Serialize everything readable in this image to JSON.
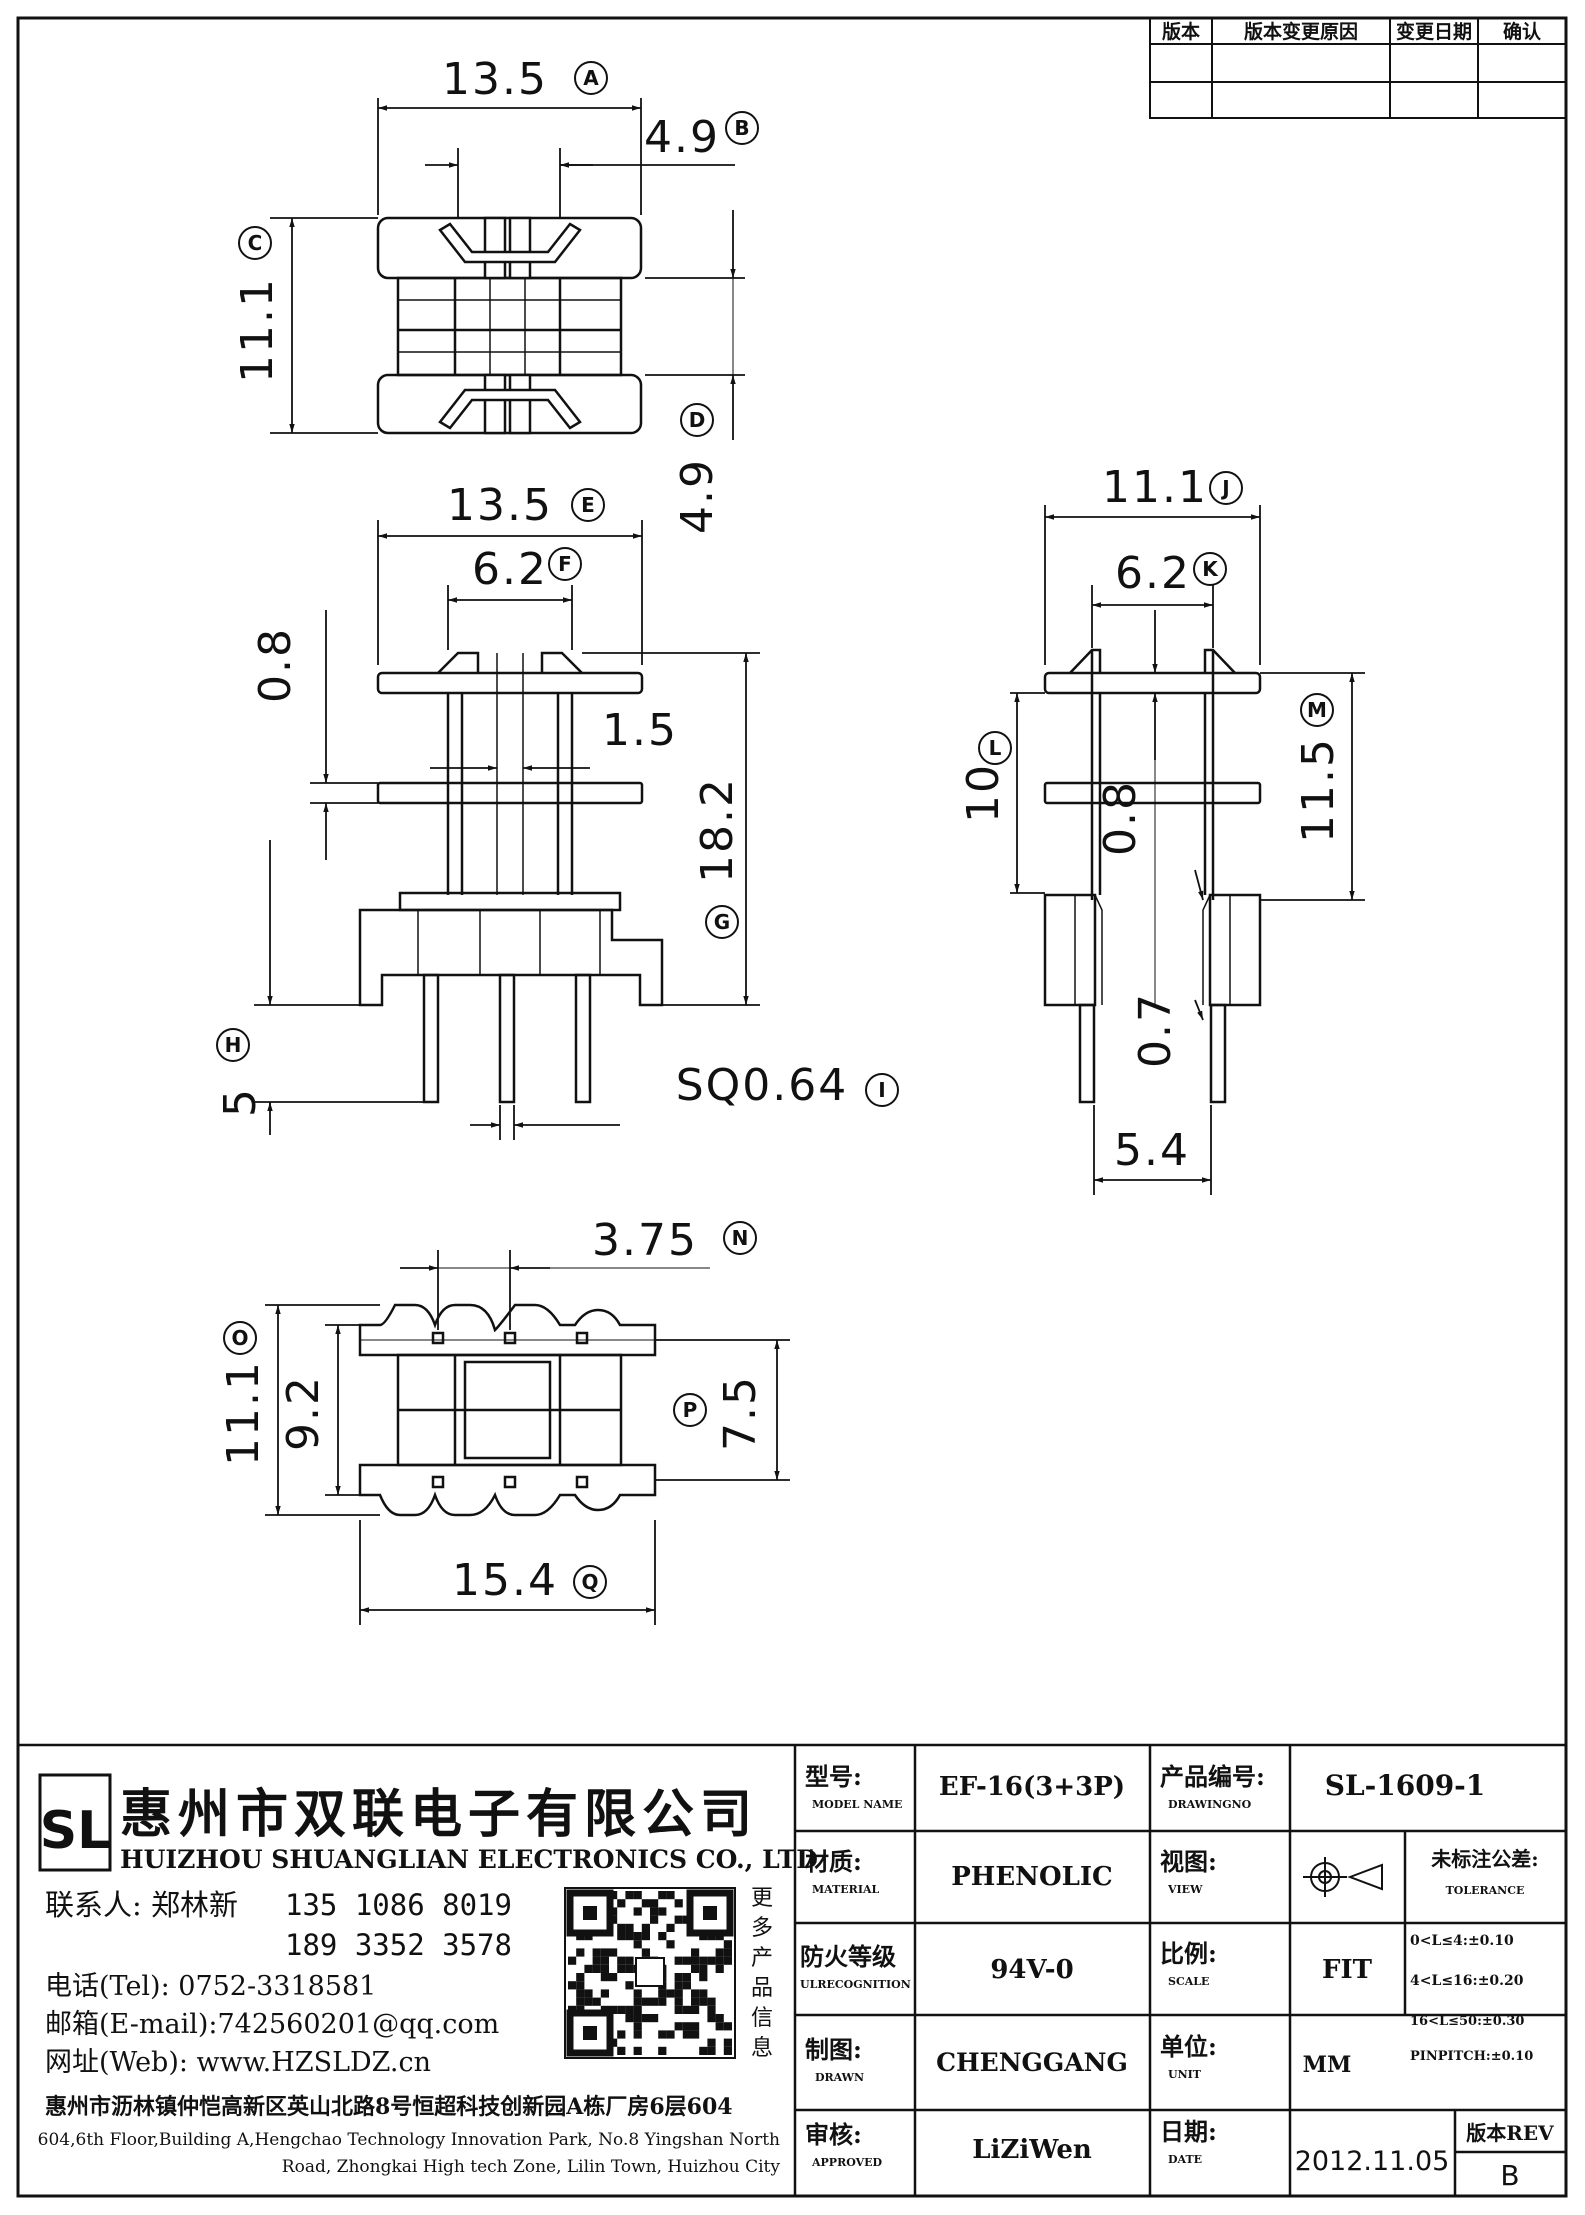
{
  "revision_table": {
    "headers": [
      "版本",
      "版本变更原因",
      "变更日期",
      "确认"
    ]
  },
  "dimensions": {
    "top": {
      "a": "13.5",
      "b": "4.9",
      "c": "11.1",
      "d": "4.9"
    },
    "front": {
      "e": "13.5",
      "f": "6.2",
      "g": "18.2",
      "h": "5",
      "i": "SQ0.64",
      "flange": "0.8",
      "slot": "1.5"
    },
    "side": {
      "j": "11.1",
      "k": "6.2",
      "l": "10",
      "m": "11.5",
      "wall": "0.8",
      "gap": "0.7",
      "pin_span": "5.4"
    },
    "bottom": {
      "n": "3.75",
      "o": "11.1",
      "inner": "9.2",
      "p": "7.5",
      "q": "15.4"
    }
  },
  "markers": {
    "a": "A",
    "b": "B",
    "c": "C",
    "d": "D",
    "e": "E",
    "f": "F",
    "g": "G",
    "h": "H",
    "i": "I",
    "j": "J",
    "k": "K",
    "l": "L",
    "m": "M",
    "n": "N",
    "o": "O",
    "p": "P",
    "q": "Q"
  },
  "company": {
    "logo_letters": "SL",
    "name_cn": "惠州市双联电子有限公司",
    "name_en": "HUIZHOU SHUANGLIAN ELECTRONICS CO., LTD",
    "contact_label": "联系人: 郑林新",
    "phone1": "135 1086 8019",
    "phone2": "189 3352 3578",
    "tel": "电话(Tel): 0752-3318581",
    "email": "邮箱(E-mail):742560201@qq.com",
    "web": "网址(Web): www.HZSLDZ.cn",
    "qr_caption": [
      "更",
      "多",
      "产",
      "品",
      "信",
      "息"
    ],
    "address_cn": "惠州市沥林镇仲恺高新区英山北路8号恒超科技创新园A栋厂房6层604",
    "address_en_1": "604,6th Floor,Building A,Hengchao Technology Innovation Park, No.8 Yingshan North",
    "address_en_2": "Road, Zhongkai High tech Zone, Lilin Town, Huizhou City"
  },
  "title_block": {
    "model_label": "型号:",
    "model_label_en": "MODEL NAME",
    "model": "EF-16(3+3P)",
    "drawing_label": "产品编号:",
    "drawing_label_en": "DRAWINGNO",
    "drawing_no": "SL-1609-1",
    "material_label": "材质:",
    "material_label_en": "MATERIAL",
    "material": "PHENOLIC",
    "view_label": "视图:",
    "view_label_en": "VIEW",
    "tolerance_label": "未标注公差:",
    "tolerance_label_en": "TOLERANCE",
    "tolerances": [
      "0<L≤4:±0.10",
      "4<L≤16:±0.20",
      "16<L≤50:±0.30",
      "PINPITCH:±0.10"
    ],
    "fire_label": "防火等级",
    "fire_label_en": "ULRECOGNITION",
    "fire": "94V-0",
    "scale_label": "比例:",
    "scale_label_en": "SCALE",
    "scale": "FIT",
    "drawn_label": "制图:",
    "drawn_label_en": "DRAWN",
    "drawn": "CHENGGANG",
    "unit_label": "单位:",
    "unit_label_en": "UNIT",
    "unit": "MM",
    "approved_label": "审核:",
    "approved_label_en": "APPROVED",
    "approved": "LiZiWen",
    "date_label": "日期:",
    "date_label_en": "DATE",
    "date": "2012.11.05",
    "rev_label": "版本REV",
    "rev": "B"
  }
}
